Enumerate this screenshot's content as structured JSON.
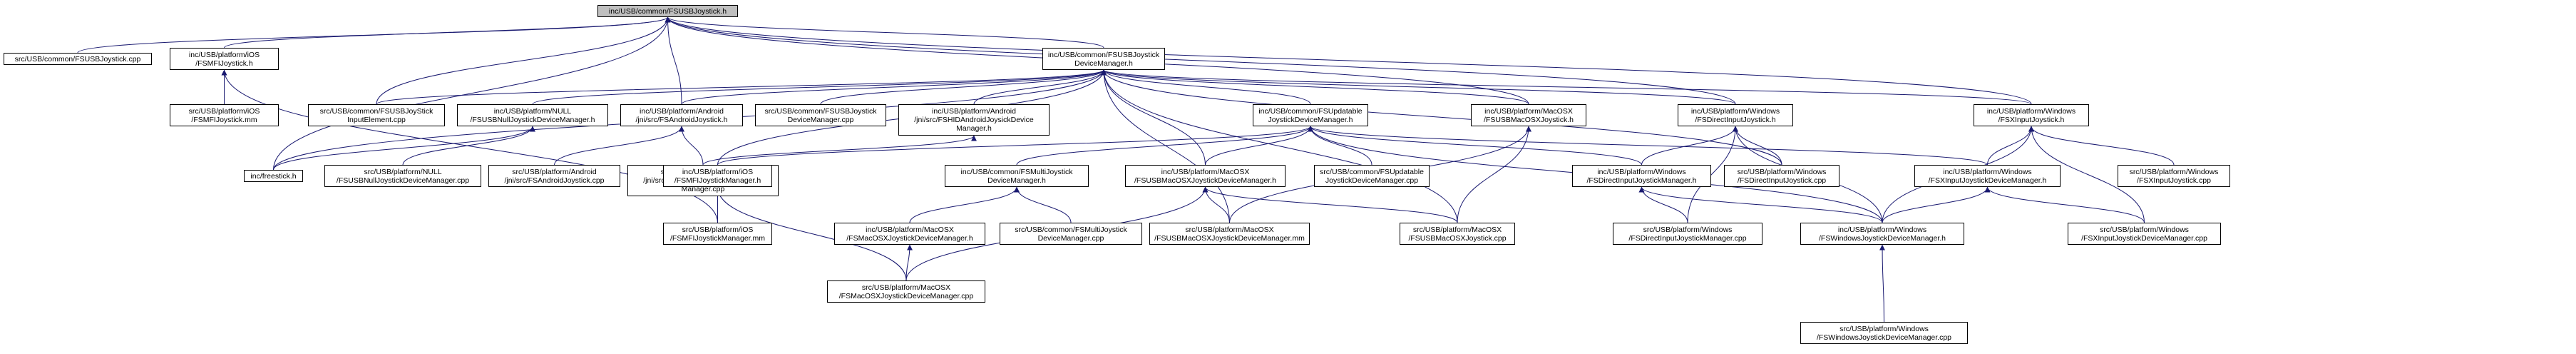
{
  "graph": {
    "root": "inc/USB/common/FSUSBJoystick.h",
    "nodes": [
      {
        "id": "root",
        "lines": [
          "inc/USB/common/FSUSBJoystick.h"
        ]
      },
      {
        "id": "n_usbjoy_cpp",
        "lines": [
          "src/USB/common/FSUSBJoystick.cpp"
        ]
      },
      {
        "id": "n_ios_mfi_h",
        "lines": [
          "inc/USB/platform/iOS",
          "/FSMFIJoystick.h"
        ]
      },
      {
        "id": "n_ios_mfi_mm",
        "lines": [
          "src/USB/platform/iOS",
          "/FSMFIJoystick.mm"
        ]
      },
      {
        "id": "n_devmgr_h",
        "lines": [
          "inc/USB/common/FSUSBJoystick",
          "DeviceManager.h"
        ]
      },
      {
        "id": "n_joystick_elem",
        "lines": [
          "src/USB/common/FSUSBJoyStick",
          "InputElement.cpp"
        ]
      },
      {
        "id": "n_null_h",
        "lines": [
          "inc/USB/platform/NULL",
          "/FSUSBNullJoystickDeviceManager.h"
        ]
      },
      {
        "id": "n_android_h",
        "lines": [
          "inc/USB/platform/Android",
          "/jni/src/FSAndroidJoystick.h"
        ]
      },
      {
        "id": "n_devmgr_cpp",
        "lines": [
          "src/USB/common/FSUSBJoystick",
          "DeviceManager.cpp"
        ]
      },
      {
        "id": "n_android_hid_h",
        "lines": [
          "inc/USB/platform/Android",
          "/jni/src/FSHIDAndroidJoysickDevice",
          "Manager.h"
        ]
      },
      {
        "id": "n_updatable_h",
        "lines": [
          "inc/USB/common/FSUpdatable",
          "JoystickDeviceManager.h"
        ]
      },
      {
        "id": "n_macosx_h",
        "lines": [
          "inc/USB/platform/MacOSX",
          "/FSUSBMacOSXJoystick.h"
        ]
      },
      {
        "id": "n_win_di_h",
        "lines": [
          "inc/USB/platform/Windows",
          "/FSDirectInputJoystick.h"
        ]
      },
      {
        "id": "n_win_xi_h",
        "lines": [
          "inc/USB/platform/Windows",
          "/FSXInputJoystick.h"
        ]
      },
      {
        "id": "n_freestick",
        "lines": [
          "inc/freestick.h"
        ]
      },
      {
        "id": "n_null_cpp",
        "lines": [
          "src/USB/platform/NULL",
          "/FSUSBNullJoystickDeviceManager.cpp"
        ]
      },
      {
        "id": "n_android_cpp",
        "lines": [
          "src/USB/platform/Android",
          "/jni/src/FSAndroidJoystick.cpp"
        ]
      },
      {
        "id": "n_android_hid_cpp",
        "lines": [
          "src/USB/platform/Android",
          "/jni/src/FSHIDAndroidJoysickDevice",
          "Manager.cpp"
        ]
      },
      {
        "id": "n_ios_mgr_h",
        "lines": [
          "inc/USB/platform/iOS",
          "/FSMFIJoystickManager.h"
        ]
      },
      {
        "id": "n_multi_h",
        "lines": [
          "inc/USB/common/FSMultiJoystick",
          "DeviceManager.h"
        ]
      },
      {
        "id": "n_macosx_mgr_h",
        "lines": [
          "inc/USB/platform/MacOSX",
          "/FSUSBMacOSXJoystickDeviceManager.h"
        ]
      },
      {
        "id": "n_updatable_cpp",
        "lines": [
          "src/USB/common/FSUpdatable",
          "JoystickDeviceManager.cpp"
        ]
      },
      {
        "id": "n_win_di_mgr_h",
        "lines": [
          "inc/USB/platform/Windows",
          "/FSDirectInputJoystickManager.h"
        ]
      },
      {
        "id": "n_win_di_cpp",
        "lines": [
          "src/USB/platform/Windows",
          "/FSDirectInputJoystick.cpp"
        ]
      },
      {
        "id": "n_win_xi_mgr_h",
        "lines": [
          "inc/USB/platform/Windows",
          "/FSXInputJoystickDeviceManager.h"
        ]
      },
      {
        "id": "n_win_xi_cpp",
        "lines": [
          "src/USB/platform/Windows",
          "/FSXInputJoystick.cpp"
        ]
      },
      {
        "id": "n_ios_mgr_mm",
        "lines": [
          "src/USB/platform/iOS",
          "/FSMFIJoystickManager.mm"
        ]
      },
      {
        "id": "n_macosx_jdm_h",
        "lines": [
          "inc/USB/platform/MacOSX",
          "/FSMacOSXJoystickDeviceManager.h"
        ]
      },
      {
        "id": "n_multi_cpp",
        "lines": [
          "src/USB/common/FSMultiJoystick",
          "DeviceManager.cpp"
        ]
      },
      {
        "id": "n_macosx_mgr_mm",
        "lines": [
          "src/USB/platform/MacOSX",
          "/FSUSBMacOSXJoystickDeviceManager.mm"
        ]
      },
      {
        "id": "n_macosx_cpp",
        "lines": [
          "src/USB/platform/MacOSX",
          "/FSUSBMacOSXJoystick.cpp"
        ]
      },
      {
        "id": "n_win_di_mgr_cpp",
        "lines": [
          "src/USB/platform/Windows",
          "/FSDirectInputJoystickManager.cpp"
        ]
      },
      {
        "id": "n_win_mgr_h",
        "lines": [
          "inc/USB/platform/Windows",
          "/FSWindowsJoystickDeviceManager.h"
        ]
      },
      {
        "id": "n_win_xi_mgr_cpp",
        "lines": [
          "src/USB/platform/Windows",
          "/FSXInputJoystickDeviceManager.cpp"
        ]
      },
      {
        "id": "n_macosx_jdm_cpp",
        "lines": [
          "src/USB/platform/MacOSX",
          "/FSMacOSXJoystickDeviceManager.cpp"
        ]
      },
      {
        "id": "n_win_mgr_cpp",
        "lines": [
          "src/USB/platform/Windows",
          "/FSWindowsJoystickDeviceManager.cpp"
        ]
      }
    ],
    "edges": [
      [
        "root",
        "n_usbjoy_cpp"
      ],
      [
        "root",
        "n_ios_mfi_h"
      ],
      [
        "root",
        "n_devmgr_h"
      ],
      [
        "root",
        "n_joystick_elem"
      ],
      [
        "root",
        "n_android_h"
      ],
      [
        "root",
        "n_macosx_h"
      ],
      [
        "root",
        "n_win_di_h"
      ],
      [
        "root",
        "n_win_xi_h"
      ],
      [
        "root",
        "n_freestick"
      ],
      [
        "n_ios_mfi_h",
        "n_ios_mfi_mm"
      ],
      [
        "n_ios_mfi_h",
        "n_ios_mgr_mm"
      ],
      [
        "n_devmgr_h",
        "n_joystick_elem"
      ],
      [
        "n_devmgr_h",
        "n_null_h"
      ],
      [
        "n_devmgr_h",
        "n_android_h"
      ],
      [
        "n_devmgr_h",
        "n_devmgr_cpp"
      ],
      [
        "n_devmgr_h",
        "n_android_hid_h"
      ],
      [
        "n_devmgr_h",
        "n_updatable_h"
      ],
      [
        "n_devmgr_h",
        "n_macosx_h"
      ],
      [
        "n_devmgr_h",
        "n_win_di_h"
      ],
      [
        "n_devmgr_h",
        "n_win_xi_h"
      ],
      [
        "n_devmgr_h",
        "n_freestick"
      ],
      [
        "n_devmgr_h",
        "n_ios_mgr_h"
      ],
      [
        "n_devmgr_h",
        "n_macosx_mgr_h"
      ],
      [
        "n_devmgr_h",
        "n_macosx_mgr_mm"
      ],
      [
        "n_devmgr_h",
        "n_macosx_cpp"
      ],
      [
        "n_devmgr_h",
        "n_win_di_cpp"
      ],
      [
        "n_null_h",
        "n_freestick"
      ],
      [
        "n_null_h",
        "n_null_cpp"
      ],
      [
        "n_android_h",
        "n_android_cpp"
      ],
      [
        "n_android_h",
        "n_android_hid_cpp"
      ],
      [
        "n_android_hid_h",
        "n_android_hid_cpp"
      ],
      [
        "n_updatable_h",
        "n_ios_mgr_h"
      ],
      [
        "n_updatable_h",
        "n_multi_h"
      ],
      [
        "n_updatable_h",
        "n_macosx_mgr_h"
      ],
      [
        "n_updatable_h",
        "n_updatable_cpp"
      ],
      [
        "n_updatable_h",
        "n_win_di_mgr_h"
      ],
      [
        "n_updatable_h",
        "n_win_xi_mgr_h"
      ],
      [
        "n_updatable_h",
        "n_win_mgr_h"
      ],
      [
        "n_macosx_h",
        "n_macosx_mgr_mm"
      ],
      [
        "n_macosx_h",
        "n_macosx_cpp"
      ],
      [
        "n_win_di_h",
        "n_win_di_mgr_h"
      ],
      [
        "n_win_di_h",
        "n_win_di_cpp"
      ],
      [
        "n_win_di_h",
        "n_win_di_mgr_cpp"
      ],
      [
        "n_win_di_h",
        "n_win_mgr_h"
      ],
      [
        "n_win_xi_h",
        "n_win_xi_mgr_h"
      ],
      [
        "n_win_xi_h",
        "n_win_xi_cpp"
      ],
      [
        "n_win_xi_h",
        "n_win_mgr_h"
      ],
      [
        "n_win_xi_h",
        "n_win_xi_mgr_cpp"
      ],
      [
        "n_ios_mgr_h",
        "n_ios_mgr_mm"
      ],
      [
        "n_ios_mgr_h",
        "n_macosx_jdm_cpp"
      ],
      [
        "n_multi_h",
        "n_macosx_jdm_h"
      ],
      [
        "n_multi_h",
        "n_multi_cpp"
      ],
      [
        "n_macosx_mgr_h",
        "n_macosx_mgr_mm"
      ],
      [
        "n_macosx_mgr_h",
        "n_macosx_cpp"
      ],
      [
        "n_macosx_mgr_h",
        "n_macosx_jdm_cpp"
      ],
      [
        "n_macosx_jdm_h",
        "n_macosx_jdm_cpp"
      ],
      [
        "n_win_di_mgr_h",
        "n_win_di_mgr_cpp"
      ],
      [
        "n_win_di_mgr_h",
        "n_win_mgr_h"
      ],
      [
        "n_win_xi_mgr_h",
        "n_win_mgr_h"
      ],
      [
        "n_win_xi_mgr_h",
        "n_win_xi_mgr_cpp"
      ],
      [
        "n_win_mgr_h",
        "n_win_mgr_cpp"
      ]
    ]
  },
  "colors": {
    "edge": "#191970",
    "node_border": "#000000",
    "node_fill": "#ffffff",
    "root_fill": "#bfbfbf"
  }
}
